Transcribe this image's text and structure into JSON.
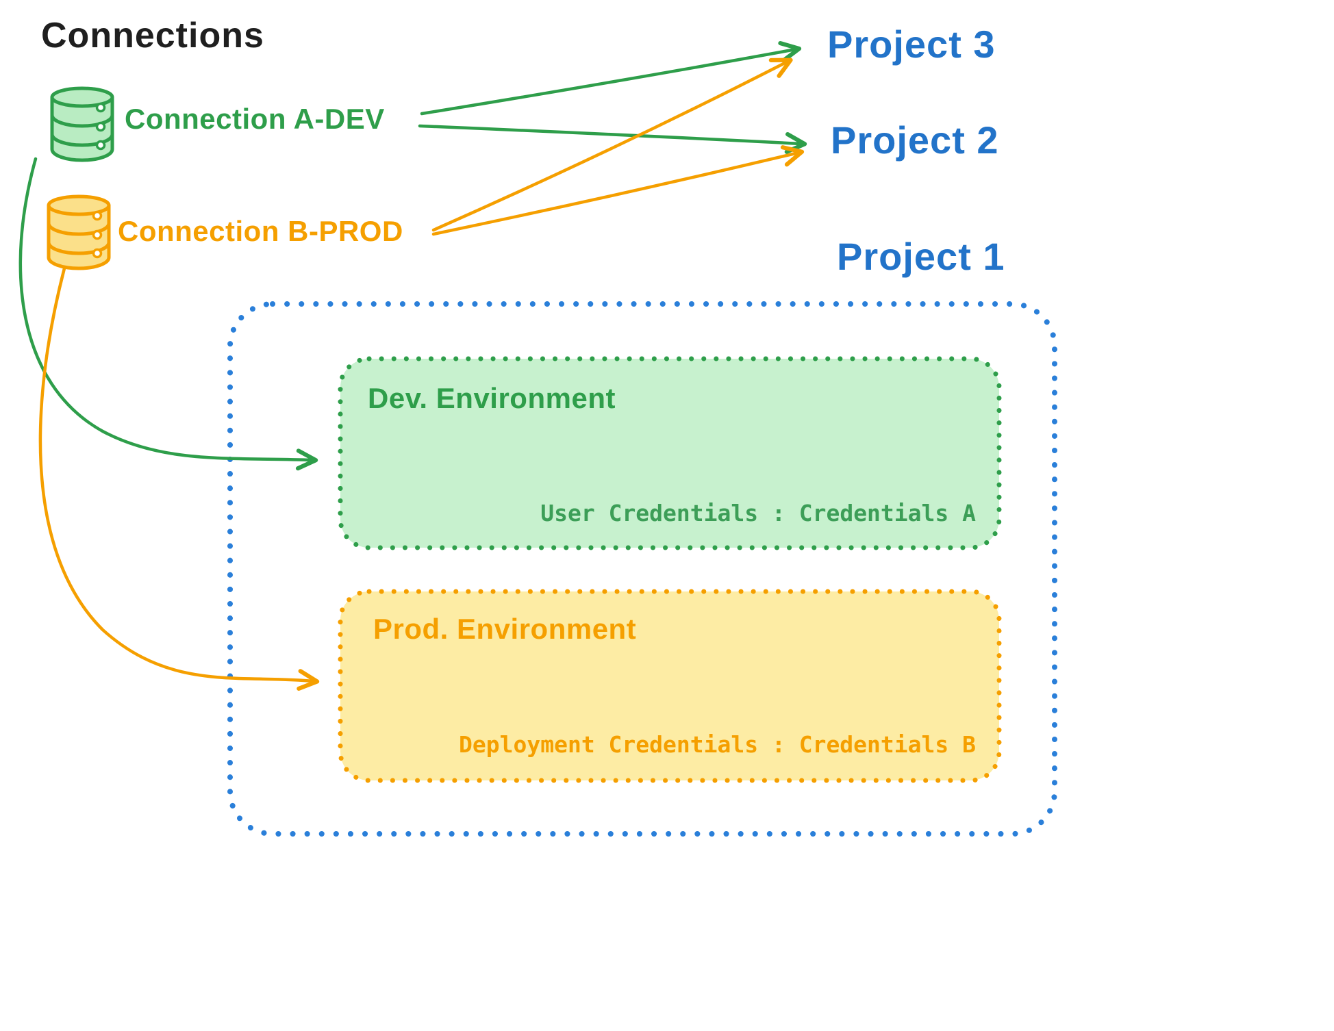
{
  "title": "Connections",
  "connections": {
    "a_dev": {
      "label": "Connection A-DEV",
      "color": "#2e9e4a",
      "icon": "database-cylinder-green"
    },
    "b_prod": {
      "label": "Connection B-PROD",
      "color": "#f59f00",
      "icon": "database-cylinder-orange"
    }
  },
  "projects": {
    "project3": "Project 3",
    "project2": "Project 2",
    "project1": "Project 1"
  },
  "project1_detail": {
    "dev_environment": {
      "label": "Dev. Environment",
      "credentials": "User Credentials : Credentials A",
      "border_color": "#2e9e4a",
      "fill_color": "#c7f1ce"
    },
    "prod_environment": {
      "label": "Prod. Environment",
      "credentials": "Deployment Credentials : Credentials B",
      "border_color": "#f59f00",
      "fill_color": "#fdeca4"
    },
    "container_border_color": "#2a7fd9"
  },
  "arrows": [
    {
      "name": "a-dev-to-project-3",
      "color": "#2e9e4a"
    },
    {
      "name": "a-dev-to-project-2",
      "color": "#2e9e4a"
    },
    {
      "name": "b-prod-to-project-3",
      "color": "#f59f00"
    },
    {
      "name": "b-prod-to-project-2",
      "color": "#f59f00"
    },
    {
      "name": "a-dev-to-dev-environment",
      "color": "#2e9e4a"
    },
    {
      "name": "b-prod-to-prod-environment",
      "color": "#f59f00"
    }
  ],
  "colors": {
    "green": "#2e9e4a",
    "orange": "#f59f00",
    "blue": "#2273c9",
    "black": "#1f1f1f"
  }
}
